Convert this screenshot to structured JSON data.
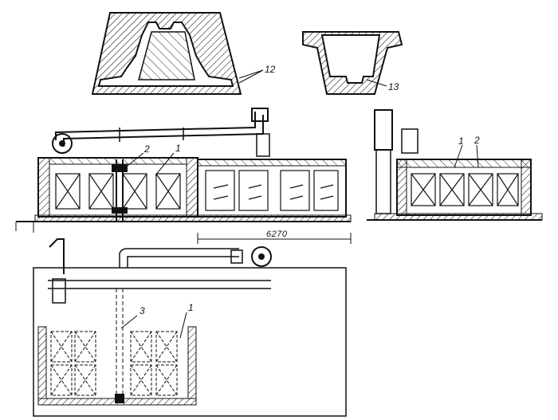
{
  "labels": {
    "mold_left": "12",
    "mold_right": "13",
    "elev_2": "2",
    "elev_1": "1",
    "side_1": "1",
    "side_2": "2",
    "dimension": "6270",
    "plan_3": "3",
    "plan_1": "1"
  },
  "colors": {
    "ink": "#111111",
    "paper": "#ffffff"
  }
}
